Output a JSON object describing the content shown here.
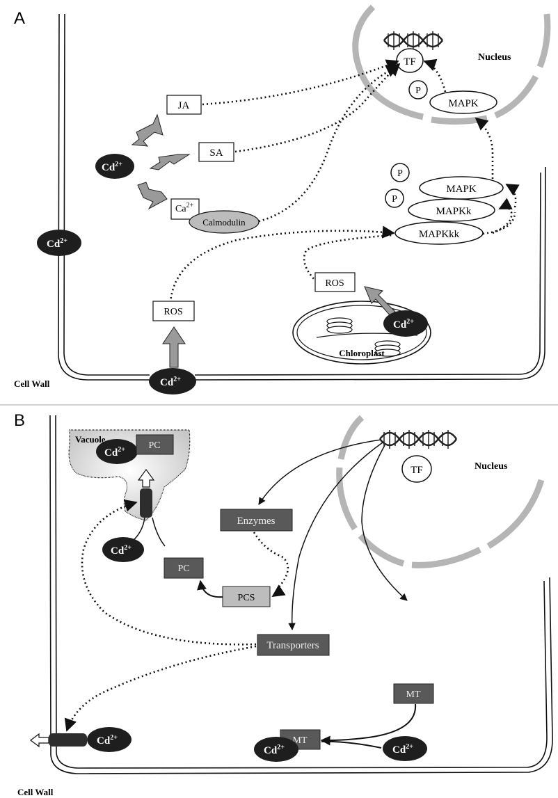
{
  "panelA": {
    "letter": "A",
    "nucleus": "Nucleus",
    "tf": "TF",
    "p": "P",
    "mapk": "MAPK",
    "mapkk": "MAPKk",
    "mapkkk": "MAPKkk",
    "ja": "JA",
    "sa": "SA",
    "ca": "Ca",
    "ca_sup": "2+",
    "calmodulin": "Calmodulin",
    "cd": "Cd",
    "cd_sup": "2+",
    "ros": "ROS",
    "chloroplast": "Chloroplast",
    "cell_wall": "Cell Wall"
  },
  "panelB": {
    "letter": "B",
    "vacuole": "Vacuole",
    "nucleus": "Nucleus",
    "tf": "TF",
    "pc": "PC",
    "cd": "Cd",
    "cd_sup": "2+",
    "enzymes": "Enzymes",
    "pcs": "PCS",
    "transporters": "Transporters",
    "mt": "MT",
    "cell_wall": "Cell Wall"
  },
  "colors": {
    "cd_ion": "#1e1e1e",
    "arrow_fill": "#9a9a9a",
    "nucleus_ring": "#b5b5b5",
    "dark_box": "#595959",
    "light_box": "#bdbdbd",
    "calmodulin": "#bcbcbc"
  }
}
